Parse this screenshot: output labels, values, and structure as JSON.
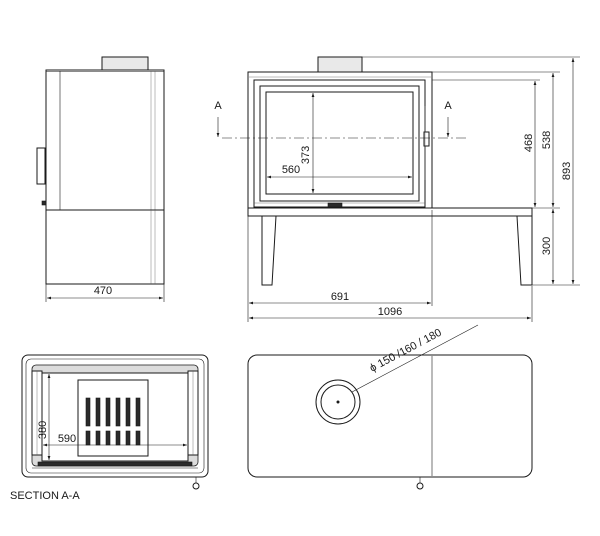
{
  "dimensions": {
    "side_width": "470",
    "front_door_width": "691",
    "total_width": "1096",
    "glass_width": "560",
    "glass_height": "373",
    "door_height": "468",
    "body_height": "538",
    "total_height": "893",
    "base_height": "300",
    "section_depth": "380",
    "section_width": "590",
    "flue_diameter": "ϕ 150 /160 / 180"
  },
  "labels": {
    "section_marker_left": "A",
    "section_marker_right": "A",
    "section_title": "SECTION A-A"
  }
}
